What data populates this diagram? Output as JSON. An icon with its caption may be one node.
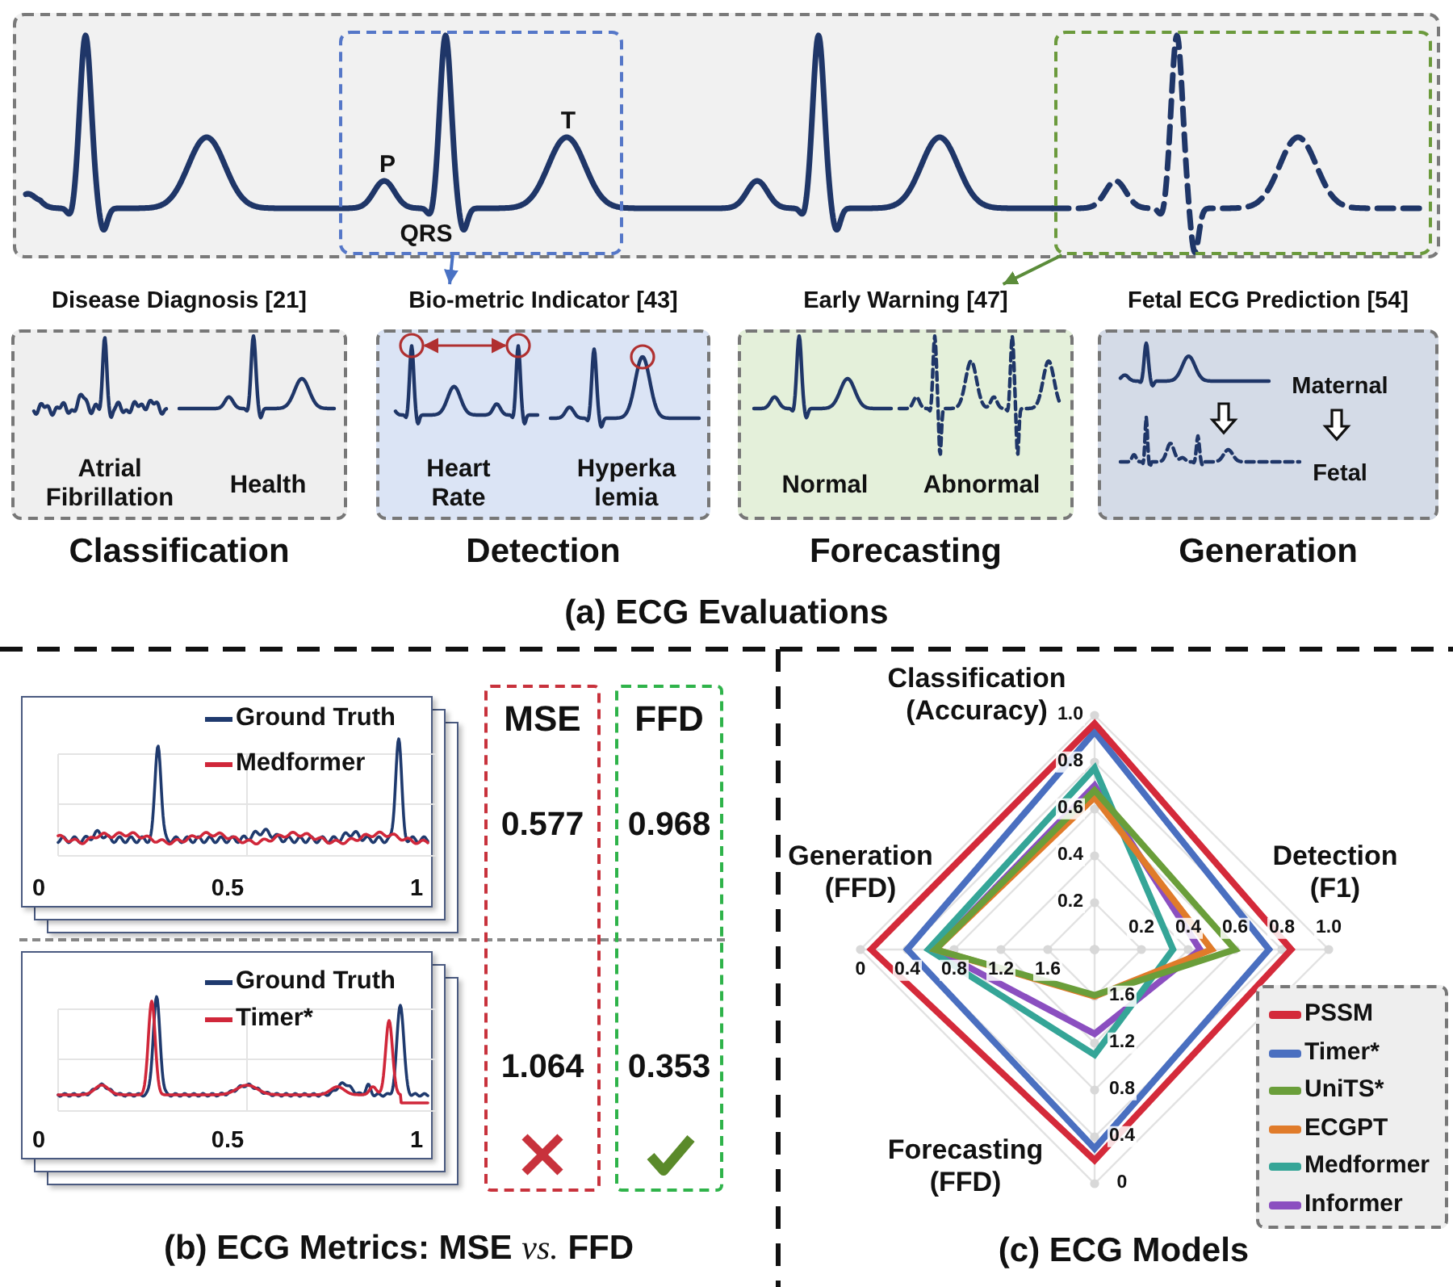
{
  "diagram": {
    "nodes": [
      {
        "text": [],
        "shape": "box"
      },
      {
        "text": [],
        "shape": "box",
        "in": 0
      },
      {
        "text": [],
        "shape": "box",
        "in": 0
      },
      {
        "text": [
          "Disease Diagnosis [21]",
          "Atrial Fibrillation",
          "Health"
        ],
        "beside": [
          "Classification"
        ]
      },
      {
        "text": [
          "Bio-metric Indicator [43]",
          "Heart Rate",
          "Hyperka lemia"
        ],
        "beside": [
          "Detection"
        ]
      },
      {
        "text": [
          "Early Warning [47]",
          "Normal",
          "Abnormal"
        ],
        "beside": [
          "Forecasting"
        ]
      },
      {
        "text": [
          "Fetal ECG Prediction [54]",
          "Maternal",
          "Fetal"
        ],
        "beside": [
          "Generation"
        ]
      },
      {
        "text": [
          "Ground Truth",
          "Medformer",
          "0",
          "0.5",
          "1"
        ]
      },
      {
        "text": [
          "Ground Truth",
          "Timer*",
          "0",
          "0.5",
          "1"
        ]
      },
      {
        "text": [
          "MSE",
          "0.577",
          "1.064"
        ]
      },
      {
        "text": [
          "FFD",
          "0.968",
          "0.353"
        ]
      }
    ],
    "edges": [
      {
        "from": 1,
        "to": 4,
        "arrow": "to",
        "color": "#4a72c4"
      },
      {
        "from": 2,
        "to": 5,
        "arrow": "to",
        "color": "#5b8c3a"
      }
    ],
    "labels": [
      "P",
      "QRS",
      "T",
      "(a) ECG Evaluations",
      "(b) ECG Metrics: MSE *vs.* FFD",
      "Classification (Accuracy)",
      "Generation (FFD)",
      "Detection (F1)",
      "Forecasting (FFD)",
      "1.0",
      "0.8",
      "0.6",
      "0.4",
      "0.2",
      "0.2",
      "0.4",
      "0.6",
      "0.8",
      "1.0",
      "0",
      "0.4",
      "0.8",
      "1.2",
      "1.6",
      "1.6",
      "1.2",
      "0.8",
      "0.4",
      "0",
      "(c) ECG Models"
    ],
    "legend": [
      {
        "text": "PSSM",
        "color": "#d42a3a"
      },
      {
        "text": "Timer*",
        "color": "#4a6fc0"
      },
      {
        "text": "UniTS*",
        "color": "#6a9e3a"
      },
      {
        "text": "ECGPT",
        "color": "#e07b2a"
      },
      {
        "text": "Medformer",
        "color": "#35a597"
      },
      {
        "text": "Informer",
        "color": "#8b4fc0"
      }
    ]
  }
}
